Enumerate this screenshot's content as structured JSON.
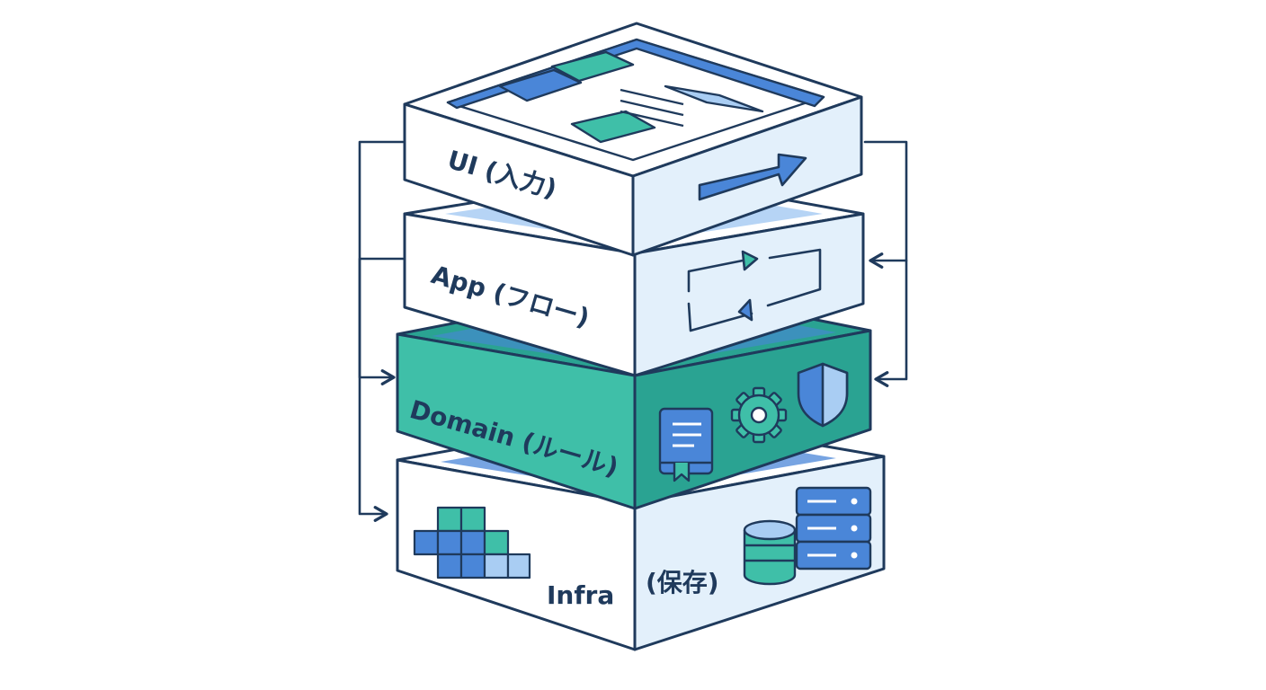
{
  "layers": [
    {
      "id": "ui",
      "label": "UI (入力)",
      "icon": "right-arrow-icon"
    },
    {
      "id": "app",
      "label": "App (フロー)",
      "icon": "swap-arrows-icon"
    },
    {
      "id": "domain",
      "label": "Domain (ルール)",
      "icon": [
        "book-icon",
        "gear-icon",
        "shield-icon"
      ]
    },
    {
      "id": "infra",
      "label_left": "Infra",
      "label_right": "(保存)",
      "icon": [
        "cubes-icon",
        "database-icon",
        "server-icon"
      ]
    }
  ],
  "colors": {
    "outline": "#1f3a5c",
    "panel": "#ffffff",
    "side_light": "#e3f0fb",
    "blue": "#4a86d8",
    "light_blue": "#a9cdf3",
    "teal": "#3fbfa8",
    "teal_dark": "#2aa392"
  }
}
